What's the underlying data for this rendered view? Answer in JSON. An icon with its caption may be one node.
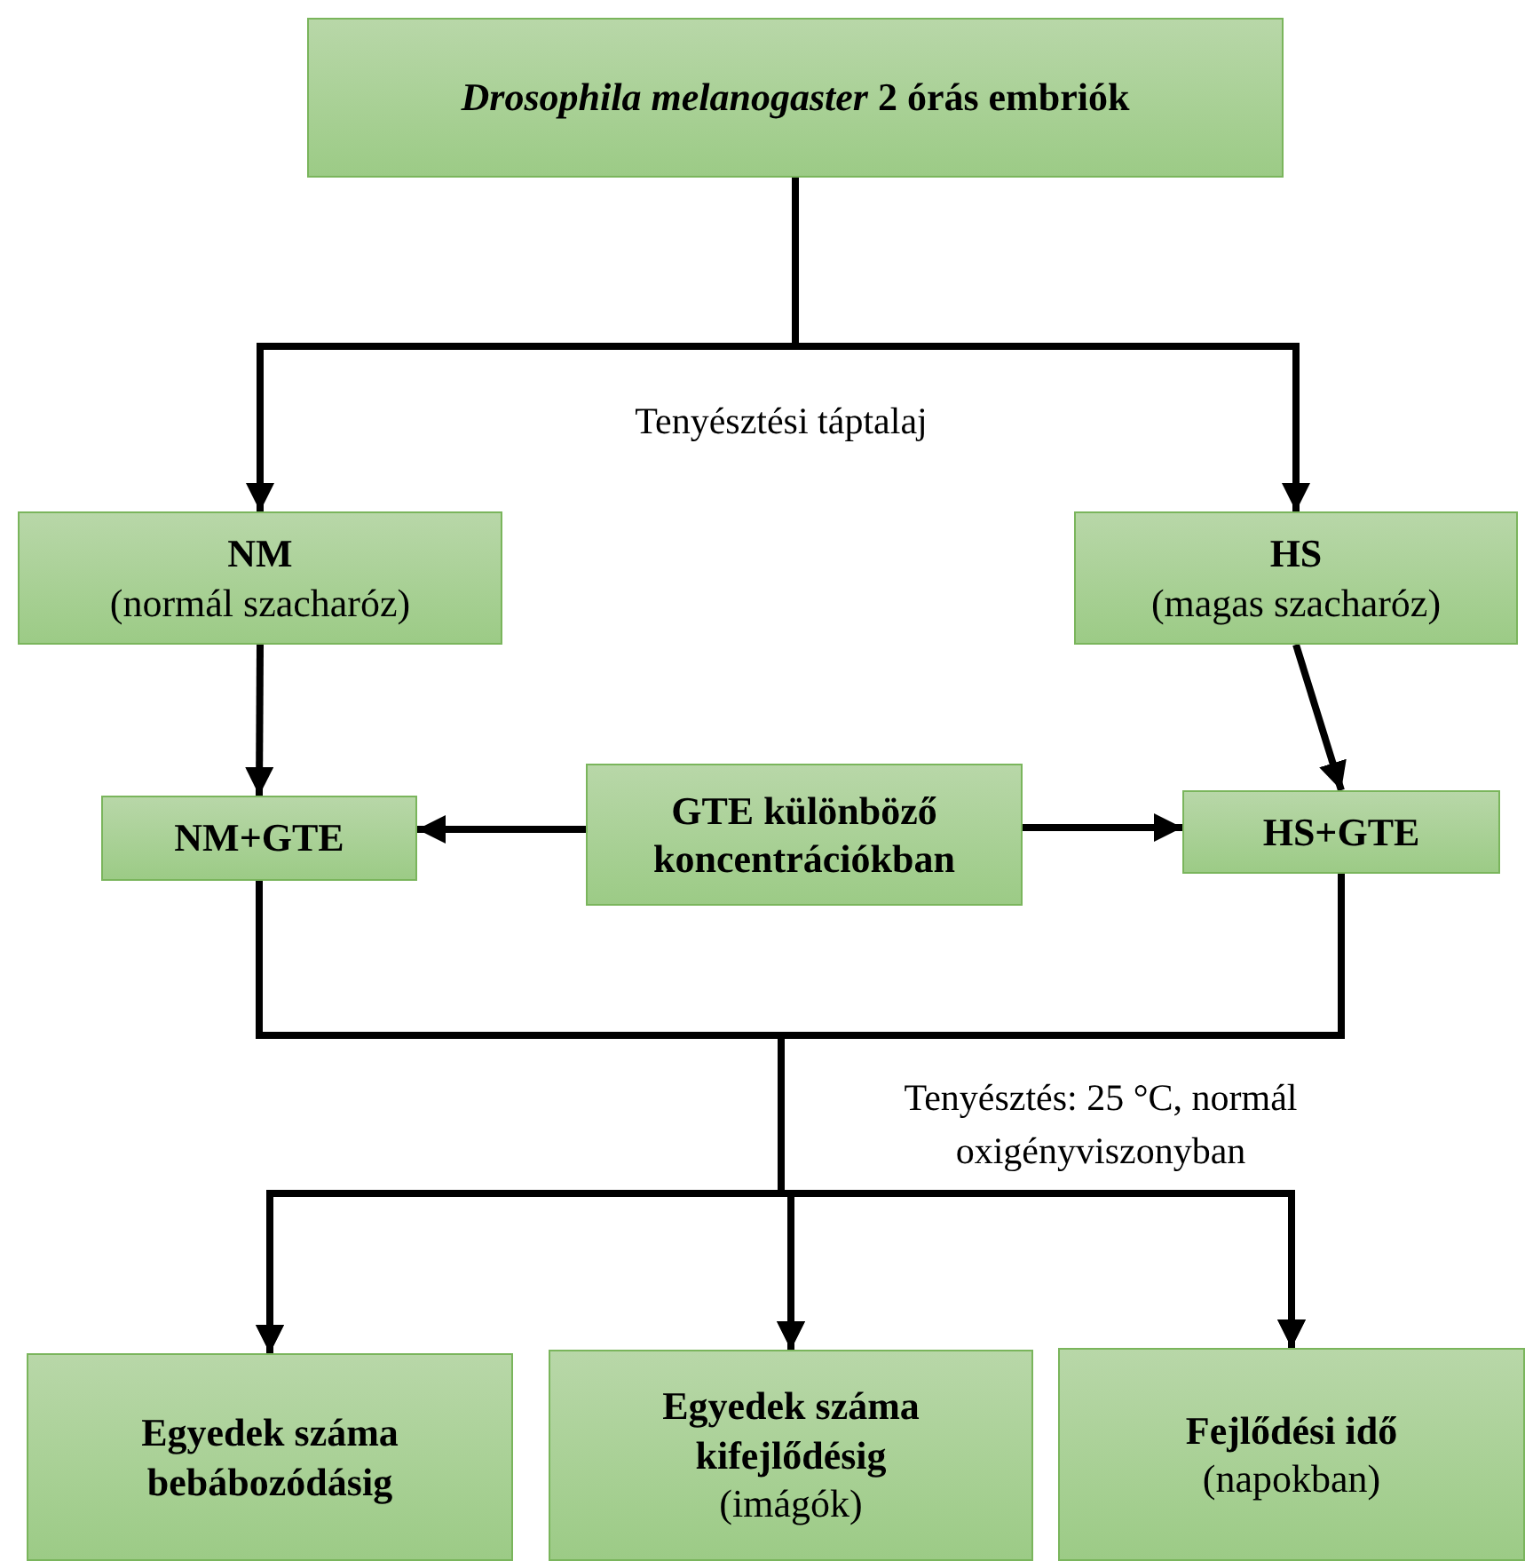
{
  "diagram": {
    "nodes": [
      {
        "text": [
          "*Drosophila melanogaster* 2 órás embriók"
        ]
      },
      {
        "text": [
          "NM",
          "(normál szacharóz)"
        ]
      },
      {
        "text": [
          "HS",
          "(magas szacharóz)"
        ]
      },
      {
        "text": [
          "NM+GTE"
        ]
      },
      {
        "text": [
          "GTE különböző koncentrációkban"
        ]
      },
      {
        "text": [
          "HS+GTE"
        ]
      },
      {
        "text": [
          "Egyedek száma bebábozódásig"
        ]
      },
      {
        "text": [
          "Egyedek száma kifejlődésig",
          "(imágók)"
        ]
      },
      {
        "text": [
          "Fejlődési idő",
          "(napokban)"
        ]
      }
    ],
    "edges": [
      {
        "from": 0,
        "to": 1,
        "arrow": "to"
      },
      {
        "from": 0,
        "to": 2,
        "arrow": "to"
      },
      {
        "from": 1,
        "to": 3,
        "arrow": "to"
      },
      {
        "from": 2,
        "to": 5,
        "arrow": "to"
      },
      {
        "from": 4,
        "to": 3,
        "arrow": "to"
      },
      {
        "from": 4,
        "to": 5,
        "arrow": "to"
      },
      {
        "from": 3,
        "to": 6,
        "arrow": "to"
      },
      {
        "from": 3,
        "to": 7,
        "arrow": "to"
      },
      {
        "from": 3,
        "to": 8,
        "arrow": "to"
      },
      {
        "from": 5,
        "to": 6,
        "arrow": "to"
      },
      {
        "from": 5,
        "to": 7,
        "arrow": "to"
      },
      {
        "from": 5,
        "to": 8,
        "arrow": "to"
      }
    ],
    "labels": [
      "Tenyésztési táptalaj",
      "Tenyésztés: 25 °C, normál oxigényviszonyban"
    ]
  }
}
